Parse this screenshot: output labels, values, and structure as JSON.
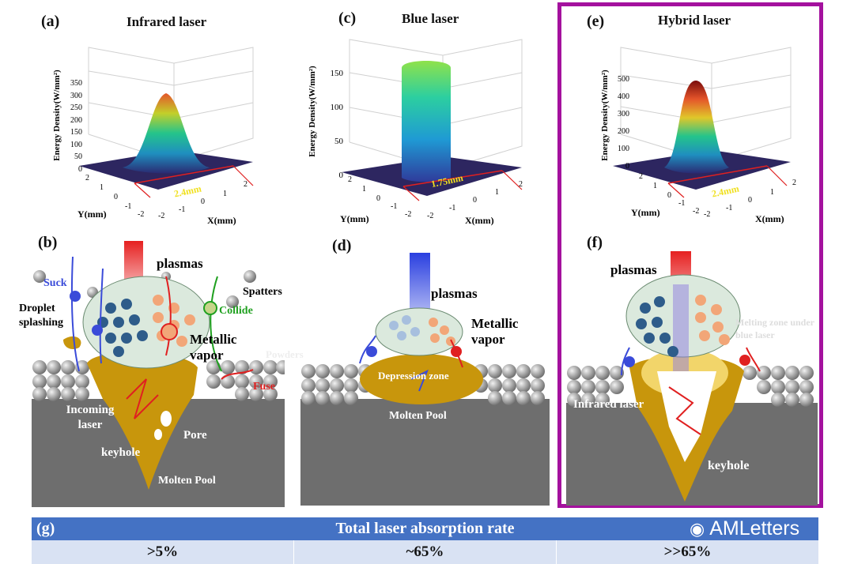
{
  "panels": {
    "a": {
      "label": "(a)",
      "title": "Infrared laser",
      "zlabel": "Energy Density(W/mm²)",
      "zticks": [
        "350",
        "300",
        "250",
        "200",
        "150",
        "100",
        "50",
        "0"
      ],
      "dim": "2.4mm",
      "ylabel": "Y(mm)",
      "xlabel": "X(mm)"
    },
    "c": {
      "label": "(c)",
      "title": "Blue laser",
      "zlabel": "Energy Density(W/mm²)",
      "zticks": [
        "150",
        "100",
        "50",
        "0"
      ],
      "dim": "1.75mm",
      "ylabel": "Y(mm)",
      "xlabel": "X(mm)"
    },
    "e": {
      "label": "(e)",
      "title": "Hybrid laser",
      "zlabel": "Energy Density(W/mm²)",
      "zticks": [
        "500",
        "400",
        "300",
        "200",
        "100",
        "0"
      ],
      "dim": "2.4mm",
      "ylabel": "Y(mm)",
      "xlabel": "X(mm)"
    },
    "b": {
      "label": "(b)",
      "plasmas": "plasmas",
      "suck": "Suck",
      "droplet": "Droplet splashing",
      "spatters": "Spatters",
      "collide": "Collide",
      "metallic": "Metallic vapor",
      "powders": "Powders",
      "fuse": "Fuse",
      "incoming": "Incoming laser",
      "pore": "Pore",
      "keyhole": "keyhole",
      "molten": "Molten Pool"
    },
    "d": {
      "label": "(d)",
      "plasmas": "plasmas",
      "metallic": "Metallic vapor",
      "depression": "Depression zone",
      "molten": "Molten Pool"
    },
    "f": {
      "label": "(f)",
      "plasmas": "plasmas",
      "melting": "Melting zone under blue laser",
      "infrared": "Infrared laser",
      "keyhole": "keyhole"
    }
  },
  "axis_ticks": {
    "y": [
      "2",
      "1",
      "0",
      "-1",
      "-2"
    ],
    "x": [
      "-2",
      "-1",
      "0",
      "1",
      "2"
    ]
  },
  "table": {
    "label": "(g)",
    "title": "Total laser absorption rate",
    "values": [
      ">5%",
      "~65%",
      ">>65%"
    ]
  },
  "watermark": "AMLetters",
  "colors": {
    "highlight_border": "#a4119e",
    "table_header": "#4472c4",
    "table_row": "#d9e2f3",
    "molten": "#c8960c",
    "substrate": "#6e6e6e"
  }
}
